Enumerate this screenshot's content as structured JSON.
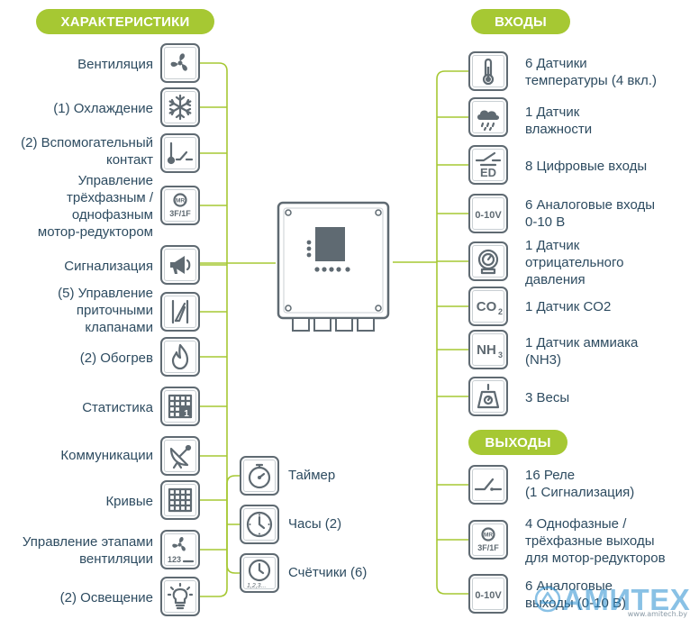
{
  "colors": {
    "accent": "#a6c833",
    "text": "#2d4b60",
    "icon": "#5f6a72",
    "watermark": "#2a8fd0"
  },
  "characteristics": {
    "title": "ХАРАКТЕРИСТИКИ",
    "items": [
      {
        "label": "Вентиляция",
        "icon": "fan-icon"
      },
      {
        "label": "(1) Охлаждение",
        "icon": "snowflake-icon"
      },
      {
        "label": "(2) Вспомогательный\nконтакт",
        "icon": "thermo-contact-icon"
      },
      {
        "label": "Управление\nтрёхфазным /\nоднофазным\nмотор-редуктором",
        "icon": "motor-reducer-icon"
      },
      {
        "label": "Сигнализация",
        "icon": "alarm-horn-icon"
      },
      {
        "label": "(5) Управление\nприточными\nклапанами",
        "icon": "inlet-valve-icon"
      },
      {
        "label": "(2) Обогрев",
        "icon": "flame-icon"
      },
      {
        "label": "Статистика",
        "icon": "statistics-icon"
      },
      {
        "label": "Коммуникации",
        "icon": "satellite-dish-icon"
      },
      {
        "label": "Кривые",
        "icon": "curves-icon"
      },
      {
        "label": "Управление этапами\nвентиляции",
        "icon": "fan-stages-icon"
      },
      {
        "label": "(2) Освещение",
        "icon": "bulb-icon"
      }
    ],
    "extra": [
      {
        "label": "Таймер",
        "icon": "timer-icon"
      },
      {
        "label": "Часы (2)",
        "icon": "clock-icon"
      },
      {
        "label": "Счётчики (6)",
        "icon": "counter-clock-icon"
      }
    ]
  },
  "inputs": {
    "title": "ВХОДЫ",
    "items": [
      {
        "label": "6 Датчики\nтемпературы (4 вкл.)",
        "icon": "thermometer-icon"
      },
      {
        "label": "1 Датчик\nвлажности",
        "icon": "humidity-cloud-icon"
      },
      {
        "label": "8 Цифровые входы",
        "icon": "digital-input-icon",
        "icon_text": "ED"
      },
      {
        "label": "6 Аналоговые входы\n0-10 В",
        "icon": "analog-input-icon",
        "icon_text": "0-10V"
      },
      {
        "label": "1 Датчик\nотрицательного\nдавления",
        "icon": "pressure-gauge-icon"
      },
      {
        "label": "1 Датчик CO2",
        "icon": "co2-icon",
        "icon_text": "CO",
        "icon_sub": "2"
      },
      {
        "label": "1 Датчик аммиака\n(NH3)",
        "icon": "nh3-icon",
        "icon_text": "NH",
        "icon_sub": "3"
      },
      {
        "label": "3 Весы",
        "icon": "scale-icon"
      }
    ]
  },
  "outputs": {
    "title": "ВЫХОДЫ",
    "items": [
      {
        "label": "16 Реле\n(1 Сигнализация)",
        "icon": "relay-switch-icon"
      },
      {
        "label": "4 Однофазные /\nтрёхфазные выходы\nдля мотор-редукторов",
        "icon": "motor-output-icon"
      },
      {
        "label": "6 Аналоговые\nвыходы (0-10 В)",
        "icon": "analog-output-icon",
        "icon_text": "0-10V"
      }
    ]
  },
  "icon_texts": {
    "motor_top": "MR",
    "motor_bottom": "3F/1F",
    "fan_stages": "123"
  },
  "watermark": {
    "brand": "АМИТЕХ",
    "url": "www.amitech.by"
  }
}
